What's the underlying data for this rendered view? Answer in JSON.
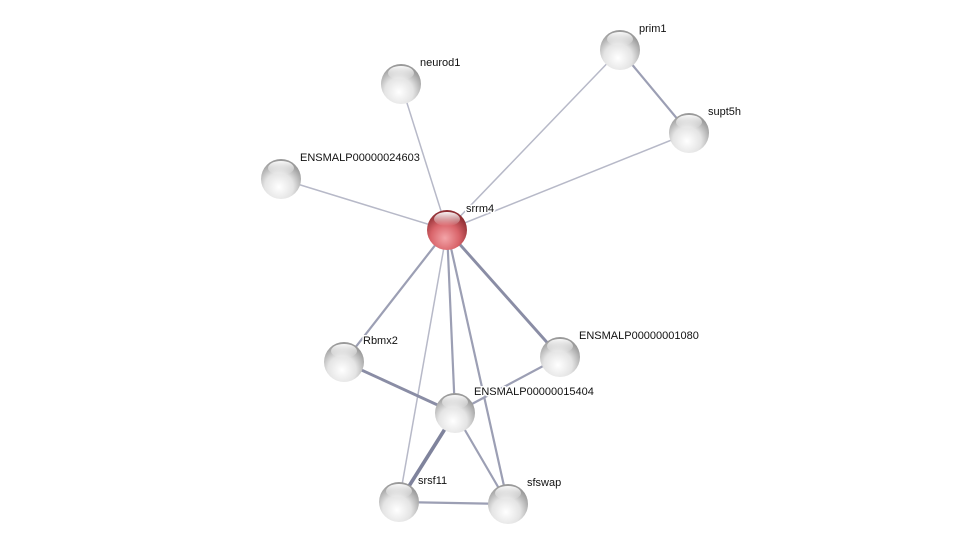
{
  "network": {
    "nodes": [
      {
        "id": "srrm4",
        "label": "srrm4",
        "query": true
      },
      {
        "id": "prim1",
        "label": "prim1"
      },
      {
        "id": "supt5h",
        "label": "supt5h"
      },
      {
        "id": "neurod1",
        "label": "neurod1"
      },
      {
        "id": "e24603",
        "label": "ENSMALP00000024603"
      },
      {
        "id": "rbmx2",
        "label": "Rbmx2"
      },
      {
        "id": "e1080",
        "label": "ENSMALP00000001080"
      },
      {
        "id": "e15404",
        "label": "ENSMALP00000015404"
      },
      {
        "id": "srsf11",
        "label": "srsf11"
      },
      {
        "id": "sfswap",
        "label": "sfswap"
      }
    ],
    "edges": [
      {
        "source": "srrm4",
        "target": "neurod1",
        "strength": 1
      },
      {
        "source": "srrm4",
        "target": "e24603",
        "strength": 1
      },
      {
        "source": "srrm4",
        "target": "prim1",
        "strength": 1
      },
      {
        "source": "srrm4",
        "target": "supt5h",
        "strength": 1
      },
      {
        "source": "prim1",
        "target": "supt5h",
        "strength": 2
      },
      {
        "source": "srrm4",
        "target": "rbmx2",
        "strength": 2
      },
      {
        "source": "srrm4",
        "target": "e1080",
        "strength": 3
      },
      {
        "source": "srrm4",
        "target": "e15404",
        "strength": 2
      },
      {
        "source": "srrm4",
        "target": "srsf11",
        "strength": 1
      },
      {
        "source": "srrm4",
        "target": "sfswap",
        "strength": 2
      },
      {
        "source": "rbmx2",
        "target": "e15404",
        "strength": 3
      },
      {
        "source": "e1080",
        "target": "e15404",
        "strength": 2
      },
      {
        "source": "e15404",
        "target": "srsf11",
        "strength": 4
      },
      {
        "source": "e15404",
        "target": "sfswap",
        "strength": 2
      },
      {
        "source": "srsf11",
        "target": "sfswap",
        "strength": 2
      }
    ],
    "colors": {
      "query_node": "#d9646a",
      "node": "#e8e8e8",
      "edge": "#a8abbf"
    }
  }
}
